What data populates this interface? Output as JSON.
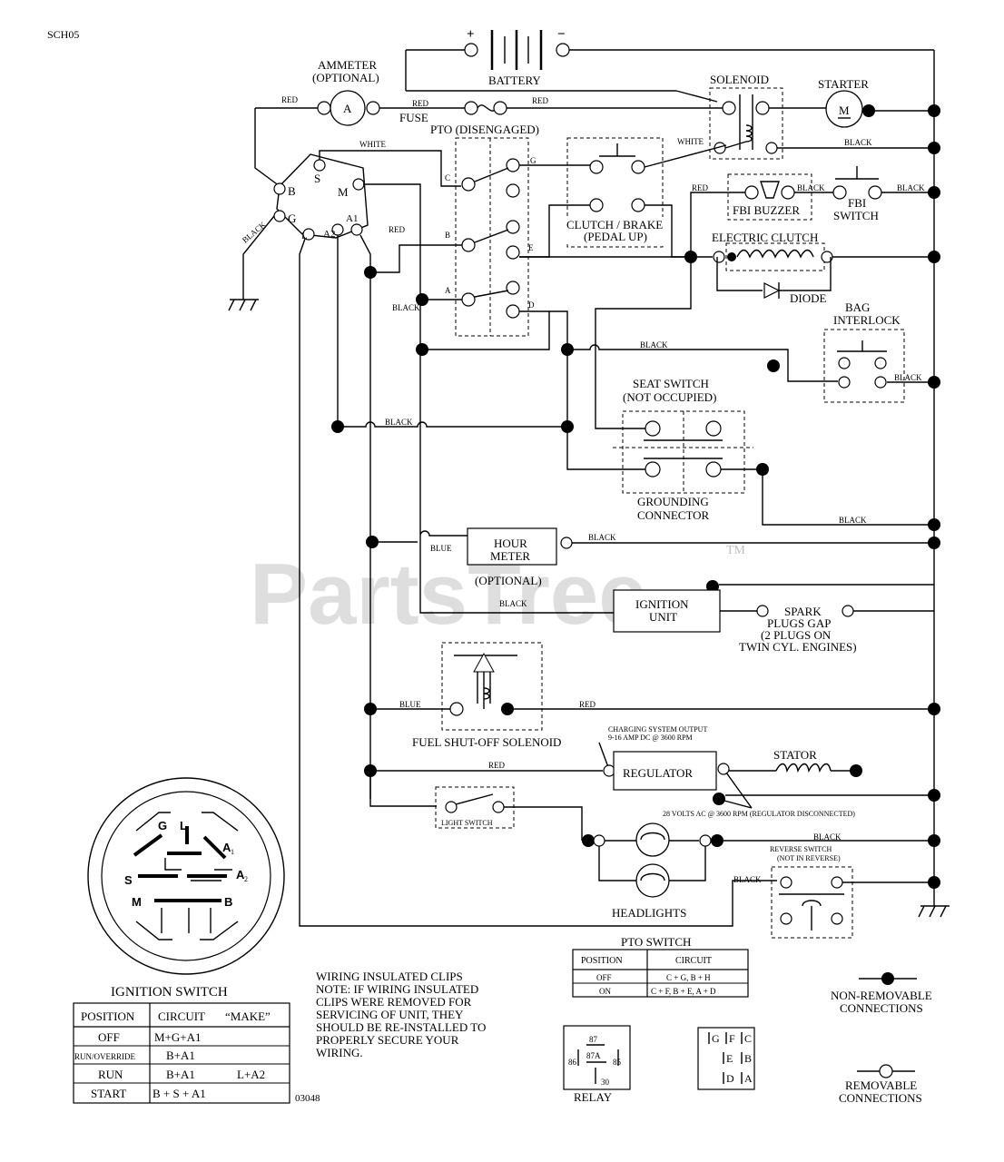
{
  "code_top": "SCH05",
  "code_bottom": "03048",
  "watermark": "PartsTree",
  "watermark_tm": "TM",
  "components": {
    "battery": "BATTERY",
    "plus": "+",
    "minus": "−",
    "ammeter_1": "AMMETER",
    "ammeter_2": "(OPTIONAL)",
    "ammeter_symbol": "A",
    "fuse": "FUSE",
    "solenoid": "SOLENOID",
    "starter": "STARTER",
    "starter_symbol": "M",
    "pto": "PTO (DISENGAGED)",
    "clutch_brake_1": "CLUTCH / BRAKE",
    "clutch_brake_2": "(PEDAL UP)",
    "fbi_buzzer": "FBI BUZZER",
    "fbi_switch_1": "FBI",
    "fbi_switch_2": "SWITCH",
    "electric_clutch": "ELECTRIC CLUTCH",
    "diode": "DIODE",
    "bag_interlock_1": "BAG",
    "bag_interlock_2": "INTERLOCK",
    "seat_switch_1": "SEAT SWITCH",
    "seat_switch_2": "(NOT OCCUPIED)",
    "grounding_1": "GROUNDING",
    "grounding_2": "CONNECTOR",
    "hour_meter_1": "HOUR",
    "hour_meter_2": "METER",
    "hour_meter_3": "(OPTIONAL)",
    "ignition_unit_1": "IGNITION",
    "ignition_unit_2": "UNIT",
    "spark_1": "SPARK",
    "spark_2": "PLUGS GAP",
    "spark_3": "(2 PLUGS ON",
    "spark_4": "TWIN CYL. ENGINES)",
    "fuel_solenoid": "FUEL SHUT-OFF SOLENOID",
    "charging_1": "CHARGING SYSTEM OUTPUT",
    "charging_2": "9-16 AMP DC @ 3600 RPM",
    "regulator": "REGULATOR",
    "stator": "STATOR",
    "ac_note": "28 VOLTS AC @ 3600 RPM (REGULATOR DISCONNECTED)",
    "light_switch": "LIGHT SWITCH",
    "headlights": "HEADLIGHTS",
    "reverse_1": "REVERSE SWITCH",
    "reverse_2": "(NOT IN REVERSE)"
  },
  "terminals": {
    "B": "B",
    "S": "S",
    "M": "M",
    "G": "G",
    "L": "L",
    "A2": "A2",
    "A1": "A1",
    "pC": "C",
    "pB": "B",
    "pA": "A",
    "pG": "G",
    "pE": "E",
    "pD": "D"
  },
  "wire_colors": {
    "red": "RED",
    "white": "WHITE",
    "black": "BLACK",
    "blue": "BLUE"
  },
  "ignition_switch": {
    "title": "IGNITION SWITCH",
    "face": {
      "G": "G",
      "L": "L",
      "A1": "A",
      "A1sub": "1",
      "S": "S",
      "A2": "A",
      "A2sub": "2",
      "M": "M",
      "B": "B"
    },
    "headers": [
      "POSITION",
      "CIRCUIT",
      "“MAKE”"
    ],
    "rows": [
      {
        "position": "OFF",
        "circuit": "M+G+A1",
        "extra": ""
      },
      {
        "position": "RUN/OVERRIDE",
        "circuit": "B+A1",
        "extra": ""
      },
      {
        "position": "RUN",
        "circuit": "B+A1",
        "extra": "L+A2"
      },
      {
        "position": "START",
        "circuit": "B + S + A1",
        "extra": ""
      }
    ]
  },
  "note": [
    "WIRING INSULATED CLIPS",
    "NOTE:  IF WIRING INSULATED",
    "CLIPS WERE REMOVED FOR",
    "SERVICING OF UNIT, THEY",
    "SHOULD BE RE-INSTALLED TO",
    "PROPERLY SECURE YOUR",
    "WIRING."
  ],
  "pto_switch": {
    "title": "PTO SWITCH",
    "headers": [
      "POSITION",
      "CIRCUIT"
    ],
    "rows": [
      {
        "position": "OFF",
        "circuit": "C + G, B + H"
      },
      {
        "position": "ON",
        "circuit": "C + F, B + E, A + D"
      }
    ]
  },
  "relay": {
    "label": "RELAY",
    "pins": {
      "p87": "87",
      "p86": "86",
      "p87a": "87A",
      "p85": "85",
      "p30": "30"
    }
  },
  "connector_letters": [
    "G",
    "F",
    "C",
    "E",
    "B",
    "D",
    "A"
  ],
  "legend": {
    "non_removable_1": "NON-REMOVABLE",
    "non_removable_2": "CONNECTIONS",
    "removable_1": "REMOVABLE",
    "removable_2": "CONNECTIONS"
  }
}
